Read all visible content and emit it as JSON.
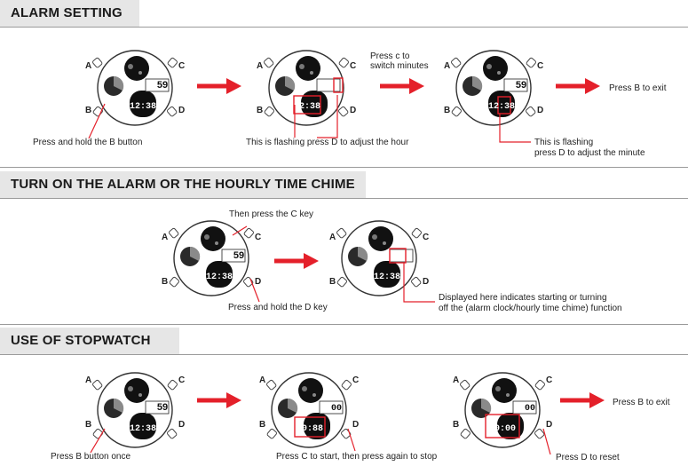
{
  "sections": [
    {
      "title": "ALARM SETTING"
    },
    {
      "title": "TURN ON THE ALARM OR THE HOURLY TIME CHIME"
    },
    {
      "title": "USE OF STOPWATCH"
    }
  ],
  "buttons": {
    "a": "A",
    "b": "B",
    "c": "C",
    "d": "D"
  },
  "display": {
    "time": "12:38",
    "seconds": "59",
    "stopwatch_run": "00:88",
    "stopwatch_reset": "00:00",
    "stopwatch_small": "00"
  },
  "captions": {
    "alarm_step1": "Press and hold the B button",
    "alarm_step2": "This is flashing press D to adjust the hour",
    "alarm_switch_1": "Press c to",
    "alarm_switch_2": "switch minutes",
    "alarm_step3_1": "This is flashing",
    "alarm_step3_2": "press D to adjust the minute",
    "alarm_exit": "Press B to exit",
    "chime_c": "Then press the C key",
    "chime_d": "Press and hold the D key",
    "chime_info_1": "Displayed here indicates starting or turning",
    "chime_info_2": "off the (alarm clock/hourly time chime) function",
    "sw_step1": "Press B button once",
    "sw_step2": "Press C to start, then press again to stop",
    "sw_reset": "Press D to reset",
    "sw_exit": "Press B to exit"
  },
  "colors": {
    "arrow": "#e4202a",
    "highlight": "#e4202a",
    "header_bg": "#e6e6e6"
  }
}
